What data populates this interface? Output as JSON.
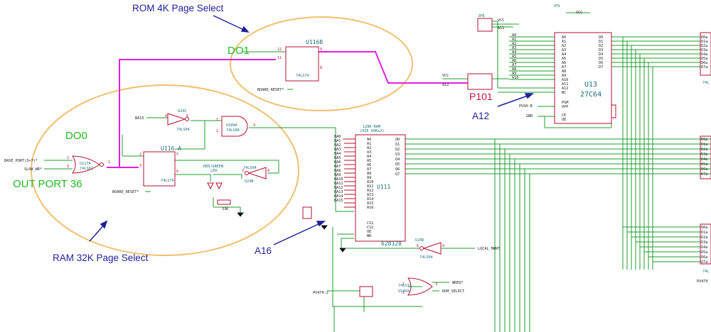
{
  "annotations": {
    "rom_title": "ROM 4K Page Select",
    "ram_title": "RAM 32K Page Select",
    "do1": "DO1",
    "do0": "DO0",
    "out_port": "OUT PORT 36",
    "p101": "P101",
    "a12": "A12",
    "a16": "A16"
  },
  "chips": {
    "u116b": {
      "ref": "U116B",
      "part": "74LS74"
    },
    "u116a": {
      "ref": "U116 A",
      "part": "74LS74"
    },
    "u117a": {
      "ref": "U117A",
      "part": "74LS02"
    },
    "u24c": {
      "ref": "U24C",
      "part": "74LS04"
    },
    "u109a": {
      "ref": "U109A",
      "part": "74LS08"
    },
    "u24b": {
      "ref": "U24B",
      "part": "74LS04"
    },
    "u24d": {
      "ref": "U24D",
      "part": "74LS04"
    },
    "u105a": {
      "ref": "U105A",
      "part": "74LS32"
    },
    "u111": {
      "ref": "U111",
      "part": "628128",
      "title": "128K RAM",
      "subtitle": "(USE 64Kx2)"
    },
    "u13": {
      "ref": "U13",
      "part": "27C64"
    }
  },
  "nets": {
    "board_reset_top": "BOARD_RESET*",
    "board_reset_bottom": "BOARD_RESET*",
    "base_port": "BASE_PORT(3+7)*",
    "slow_wr": "SLOW_WR*",
    "ba15": "BA15",
    "red_green_led": "RED/GREEN",
    "led": "LED",
    "local_mwrt": "LOCAL_MWRT",
    "wreq": "WREQ*",
    "rom_select": "ROM_SELECT",
    "pu470_2": "PU470-2",
    "pu470_right": "PU470",
    "vcc1": "VCC",
    "vcc2": "VCC",
    "vcc3": "VCC",
    "a11": "A11",
    "a12_net": "A12",
    "push_b": "PUSH-B",
    "gnd": "GND",
    "jp8": "JP8",
    "jp9": "JP9",
    "r_label": "33K",
    "part_right_top": "74L",
    "part_right_bottom": "74L"
  },
  "rom_address_pins": [
    "A0",
    "A1",
    "A2",
    "A3",
    "A4",
    "A5",
    "A6",
    "A7",
    "A8",
    "A9",
    "A10",
    "A11",
    "A12",
    "NC",
    "PGM",
    "VPP"
  ],
  "rom_data_pins": [
    "D0",
    "D1",
    "D2",
    "D3",
    "D4",
    "D5",
    "D6",
    "D7"
  ],
  "ram_address_pins": [
    "A0",
    "A1",
    "A2",
    "A3",
    "A4",
    "A5",
    "A6",
    "A7",
    "A8",
    "A9",
    "A10",
    "A11",
    "A12",
    "A13",
    "A14",
    "A15",
    "A16"
  ],
  "ram_bus_labels": [
    "BA0",
    "BA1",
    "BA2",
    "BA3",
    "BA4",
    "BA5",
    "BA6",
    "BA7",
    "BA8",
    "BA9",
    "BA10",
    "BA11",
    "BA12",
    "BA13",
    "BA14",
    "BA15"
  ],
  "ram_data_pins": [
    "Q0",
    "Q1",
    "Q2",
    "Q3",
    "Q4",
    "Q5",
    "Q6",
    "Q7"
  ],
  "ram_control_pins": [
    "CS1",
    "CS2",
    "OE",
    "WR"
  ],
  "rom_control_pins": [
    "CE",
    "OE"
  ],
  "right_labels_top": [
    "D0a",
    "D1a",
    "D2a",
    "D3a",
    "D4a",
    "D5a",
    "D6a",
    "D7a"
  ],
  "right_labels_mid": [
    "D0a",
    "D1a",
    "D2a",
    "D3a",
    "D4a",
    "D5a",
    "D6a",
    "D7a"
  ],
  "right_labels_bot": [
    "D0a",
    "D1a",
    "D2a",
    "D3a",
    "D4a",
    "D5a",
    "D6a",
    "D7a"
  ],
  "colors": {
    "annotation_blue": "#1f1f9a",
    "annotation_green": "#22b822",
    "annotation_red": "#c0143c",
    "wire_green": "#1f9e2e",
    "body_red": "#b01030",
    "highlight_magenta": "#e020e0",
    "ellipse_orange": "#f0c070"
  }
}
